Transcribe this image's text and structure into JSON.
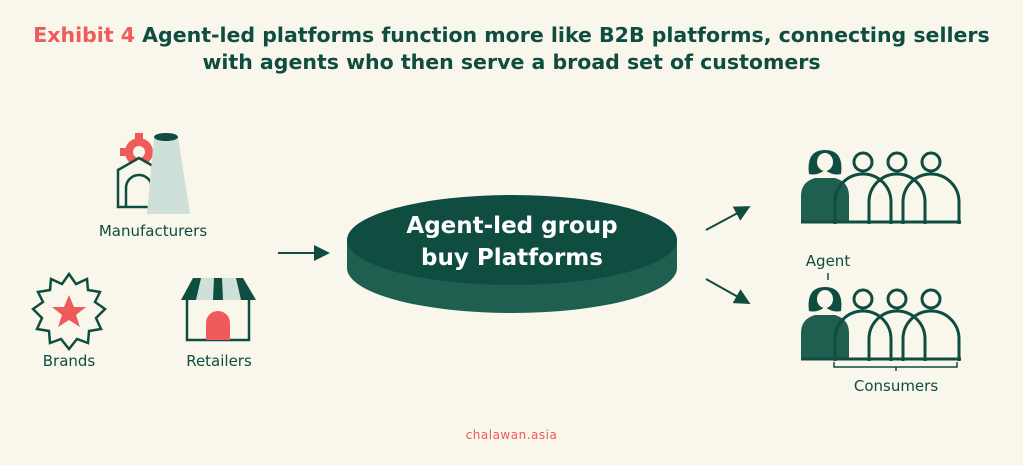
{
  "title": {
    "exhibit_label": "Exhibit 4",
    "line1": "Agent-led platforms function more like B2B platforms, connecting sellers",
    "line2": "with agents who then serve a broad set of customers"
  },
  "sellers": {
    "manufacturers": "Manufacturers",
    "brands": "Brands",
    "retailers": "Retailers"
  },
  "platform": {
    "line1": "Agent-led group",
    "line2": "buy Platforms"
  },
  "customers": {
    "agent_label": "Agent",
    "consumers_label": "Consumers"
  },
  "footer": "chalawan.asia",
  "colors": {
    "background": "#f9f6ec",
    "green": "#0f4d40",
    "red": "#ef5a5a",
    "light": "#cfe0d8"
  }
}
